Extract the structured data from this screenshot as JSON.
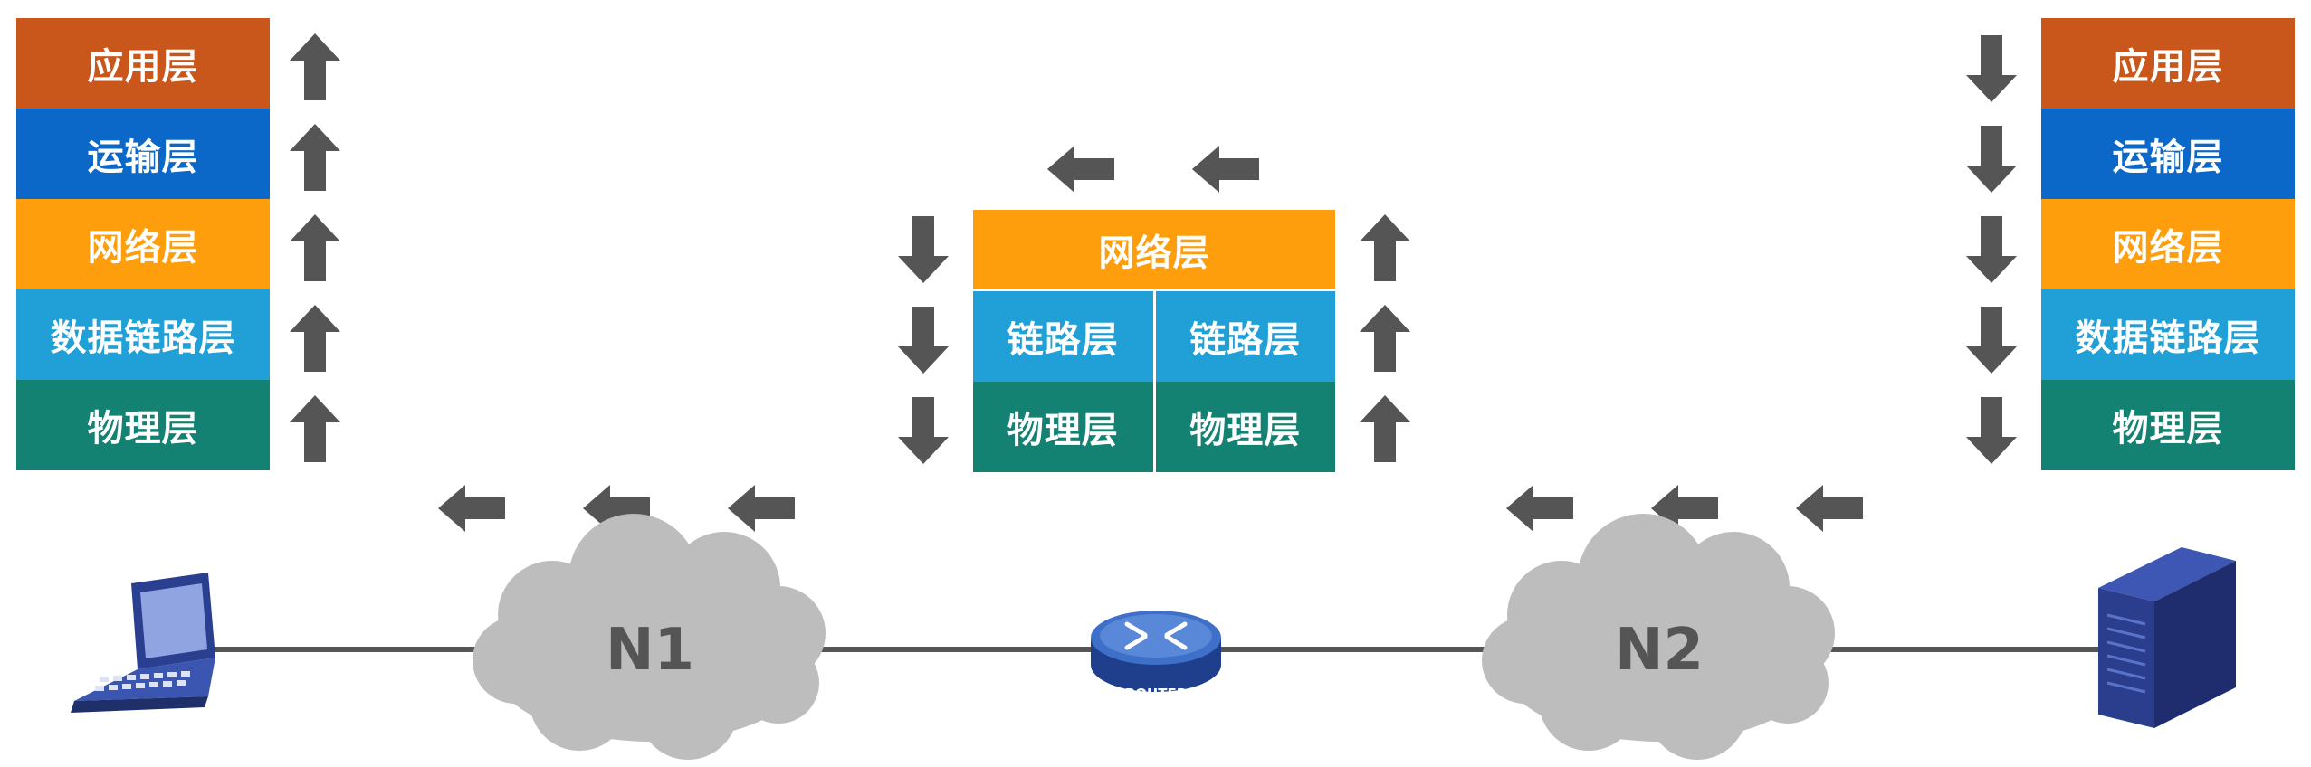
{
  "colors": {
    "application": "#C9561A",
    "transport": "#0B68C8",
    "network": "#FF9E0C",
    "datalink": "#219FD7",
    "physical": "#148273",
    "arrow": "#555555",
    "cloud": "#BDBDBD",
    "line": "#555555"
  },
  "left_host": {
    "layers": [
      "应用层",
      "运输层",
      "网络层",
      "数据链路层",
      "物理层"
    ]
  },
  "right_host": {
    "layers": [
      "应用层",
      "运输层",
      "网络层",
      "数据链路层",
      "物理层"
    ]
  },
  "router": {
    "network": "网络层",
    "link_left": "链路层",
    "link_right": "链路层",
    "physical_left": "物理层",
    "physical_right": "物理层",
    "device_label": "ROUTER"
  },
  "networks": {
    "n1": "N1",
    "n2": "N2"
  },
  "icons": [
    "laptop-icon",
    "router-icon",
    "server-icon",
    "arrow-up-icon",
    "arrow-down-icon",
    "arrow-left-icon"
  ]
}
